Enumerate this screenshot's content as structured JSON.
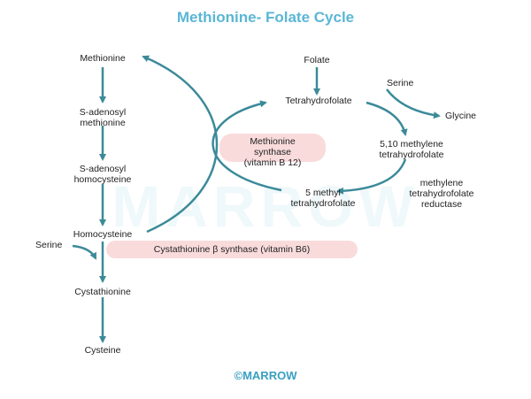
{
  "title": "Methionine- Folate Cycle",
  "watermark": "MARROW",
  "footer": "©MARROW",
  "colors": {
    "arrow": "#3b8a99",
    "title": "#5ab6d6",
    "pill": "#f9dbdc"
  },
  "left_pathway": {
    "methionine": "Methionine",
    "sam_1": "S-adenosyl",
    "sam_2": "methionine",
    "sah_1": "S-adenosyl",
    "sah_2": "homocysteine",
    "homocysteine": "Homocysteine",
    "serine": "Serine",
    "cystathionine": "Cystathionine",
    "cysteine": "Cysteine"
  },
  "folate_cycle": {
    "folate": "Folate",
    "thf": "Tetrahydrofolate",
    "serine": "Serine",
    "glycine": "Glycine",
    "mthf510_1": "5,10 methylene",
    "mthf510_2": "tetrahydrofolate",
    "mthfr_1": "methylene",
    "mthfr_2": "tetrahydrofolate",
    "mthfr_3": "reductase",
    "mthf5_1": "5 methyl",
    "mthf5_2": "tetrahydrofolate"
  },
  "enzymes": {
    "ms_1": "Methionine",
    "ms_2": "synthase",
    "ms_3": "(vitamin B 12)",
    "cbs": "Cystathionine β synthase (vitamin B6)"
  }
}
